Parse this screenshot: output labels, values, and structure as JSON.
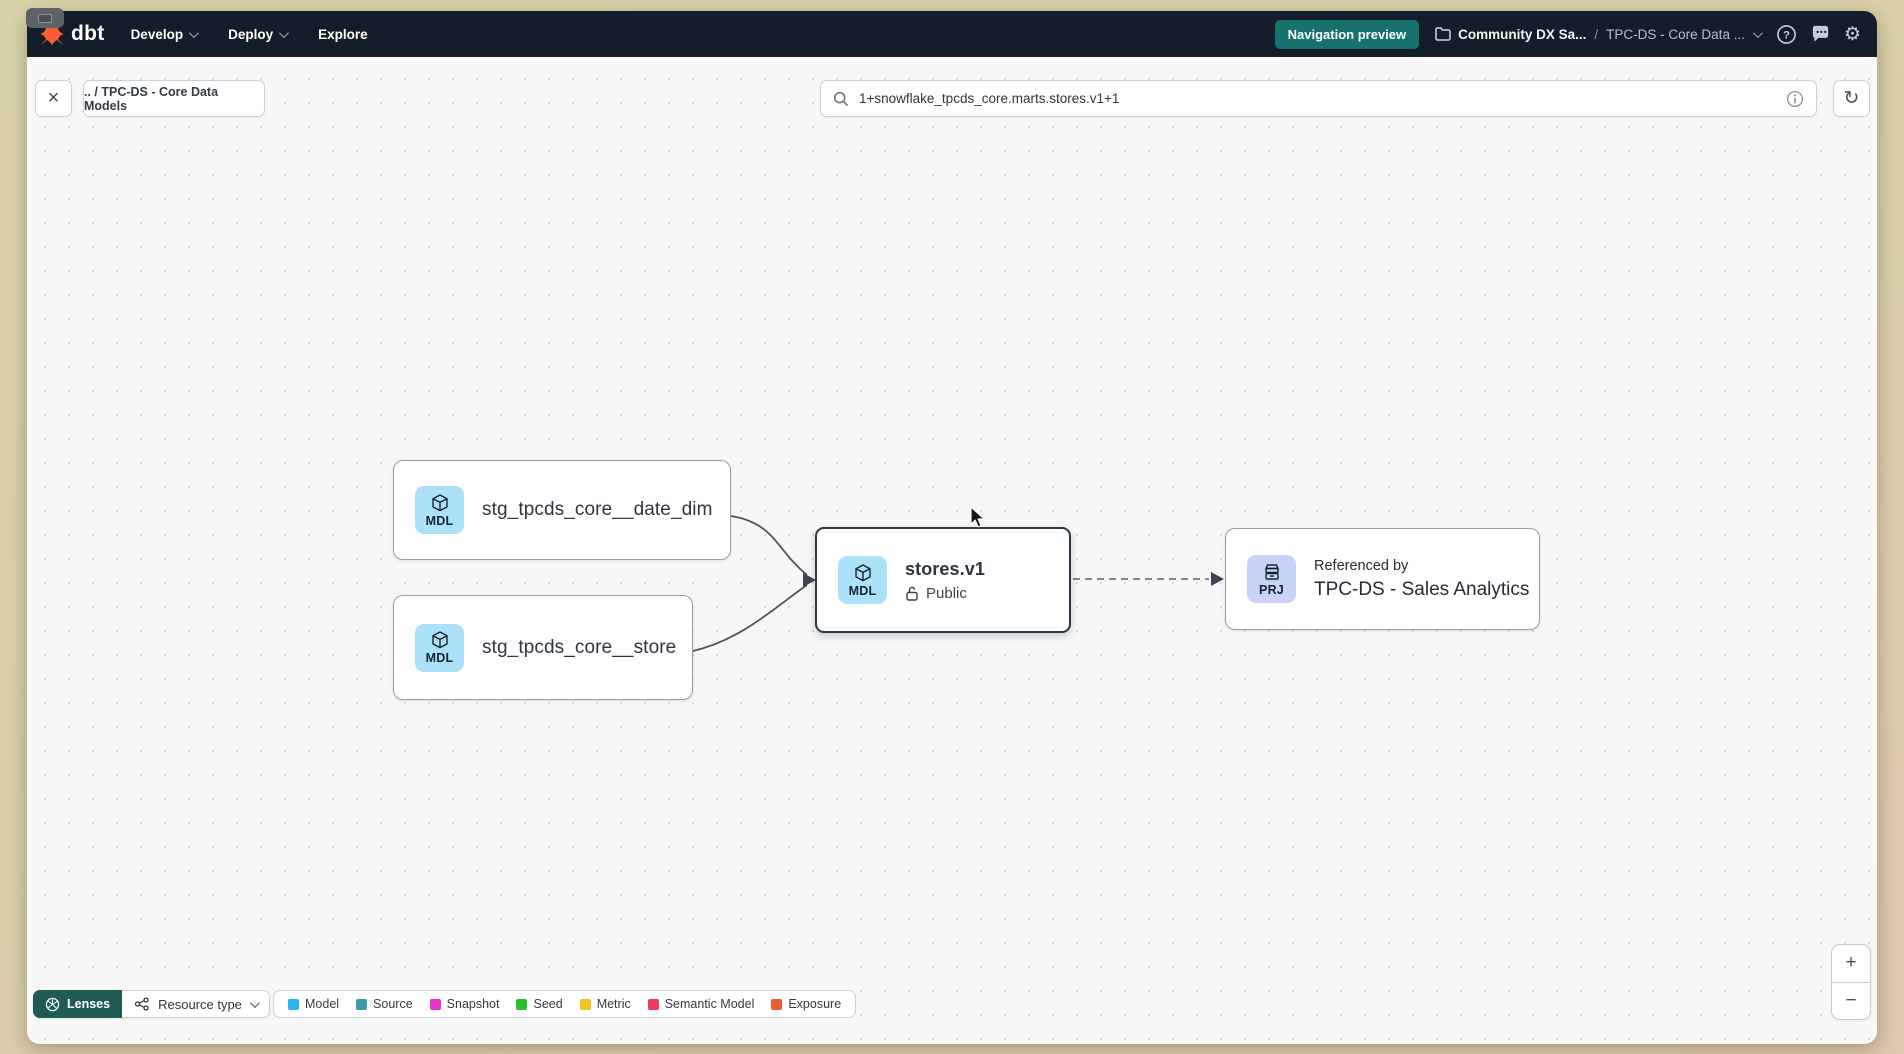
{
  "navbar": {
    "logo_text": "dbt",
    "menu": [
      {
        "label": "Develop"
      },
      {
        "label": "Deploy"
      },
      {
        "label": "Explore"
      }
    ],
    "preview_badge": "Navigation preview",
    "breadcrumb": {
      "project": "Community DX Sa...",
      "separator": "/",
      "section": "TPC-DS - Core Data ..."
    }
  },
  "toolbar": {
    "close_glyph": "×",
    "breadcrumb_chip": ".. / TPC-DS - Core Data Models",
    "search_value": "1+snowflake_tpcds_core.marts.stores.v1+1",
    "refresh_glyph": "↻"
  },
  "icons": {
    "gear_glyph": "⚙"
  },
  "graph": {
    "nodes": {
      "date_dim": {
        "badge": "MDL",
        "label": "stg_tpcds_core__date_dim"
      },
      "store": {
        "badge": "MDL",
        "label": "stg_tpcds_core__store"
      },
      "stores_v1": {
        "badge": "MDL",
        "label": "stores.v1",
        "visibility": "Public"
      },
      "sales_analytics": {
        "badge": "PRJ",
        "title": "Referenced by",
        "label": "TPC-DS - Sales Analytics"
      }
    }
  },
  "footer": {
    "lenses_label": "Lenses",
    "resource_type_label": "Resource type",
    "legend": [
      {
        "label": "Model",
        "color": "#29b6e8"
      },
      {
        "label": "Source",
        "color": "#3a9ca6"
      },
      {
        "label": "Snapshot",
        "color": "#e535c8"
      },
      {
        "label": "Seed",
        "color": "#2bc02b"
      },
      {
        "label": "Metric",
        "color": "#eec51c"
      },
      {
        "label": "Semantic Model",
        "color": "#ef3a5c"
      },
      {
        "label": "Exposure",
        "color": "#ee5c35"
      }
    ]
  },
  "zoom_controls": {
    "zoom_in": "+",
    "zoom_out": "−"
  },
  "colors": {
    "navbar_bg": "#141e2b",
    "accent_teal": "#17716d",
    "brand_orange": "#ff5c35",
    "model_badge_bg": "#abe2fa",
    "project_badge_bg": "#c9d3f8"
  }
}
